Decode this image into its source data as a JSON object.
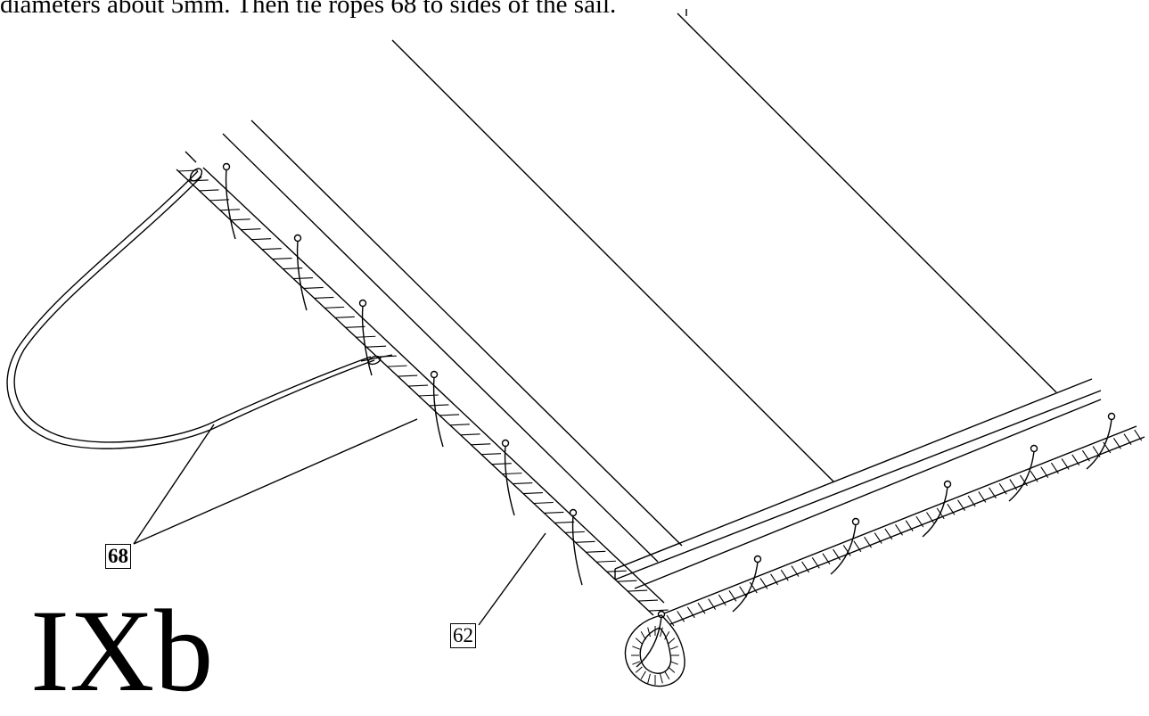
{
  "caption": "diameters about 5mm. Then tie ropes 68 to sides of the sail.",
  "figure_label": "IXb",
  "callouts": [
    {
      "id": "68",
      "label": "68"
    },
    {
      "id": "62",
      "label": "62"
    }
  ]
}
